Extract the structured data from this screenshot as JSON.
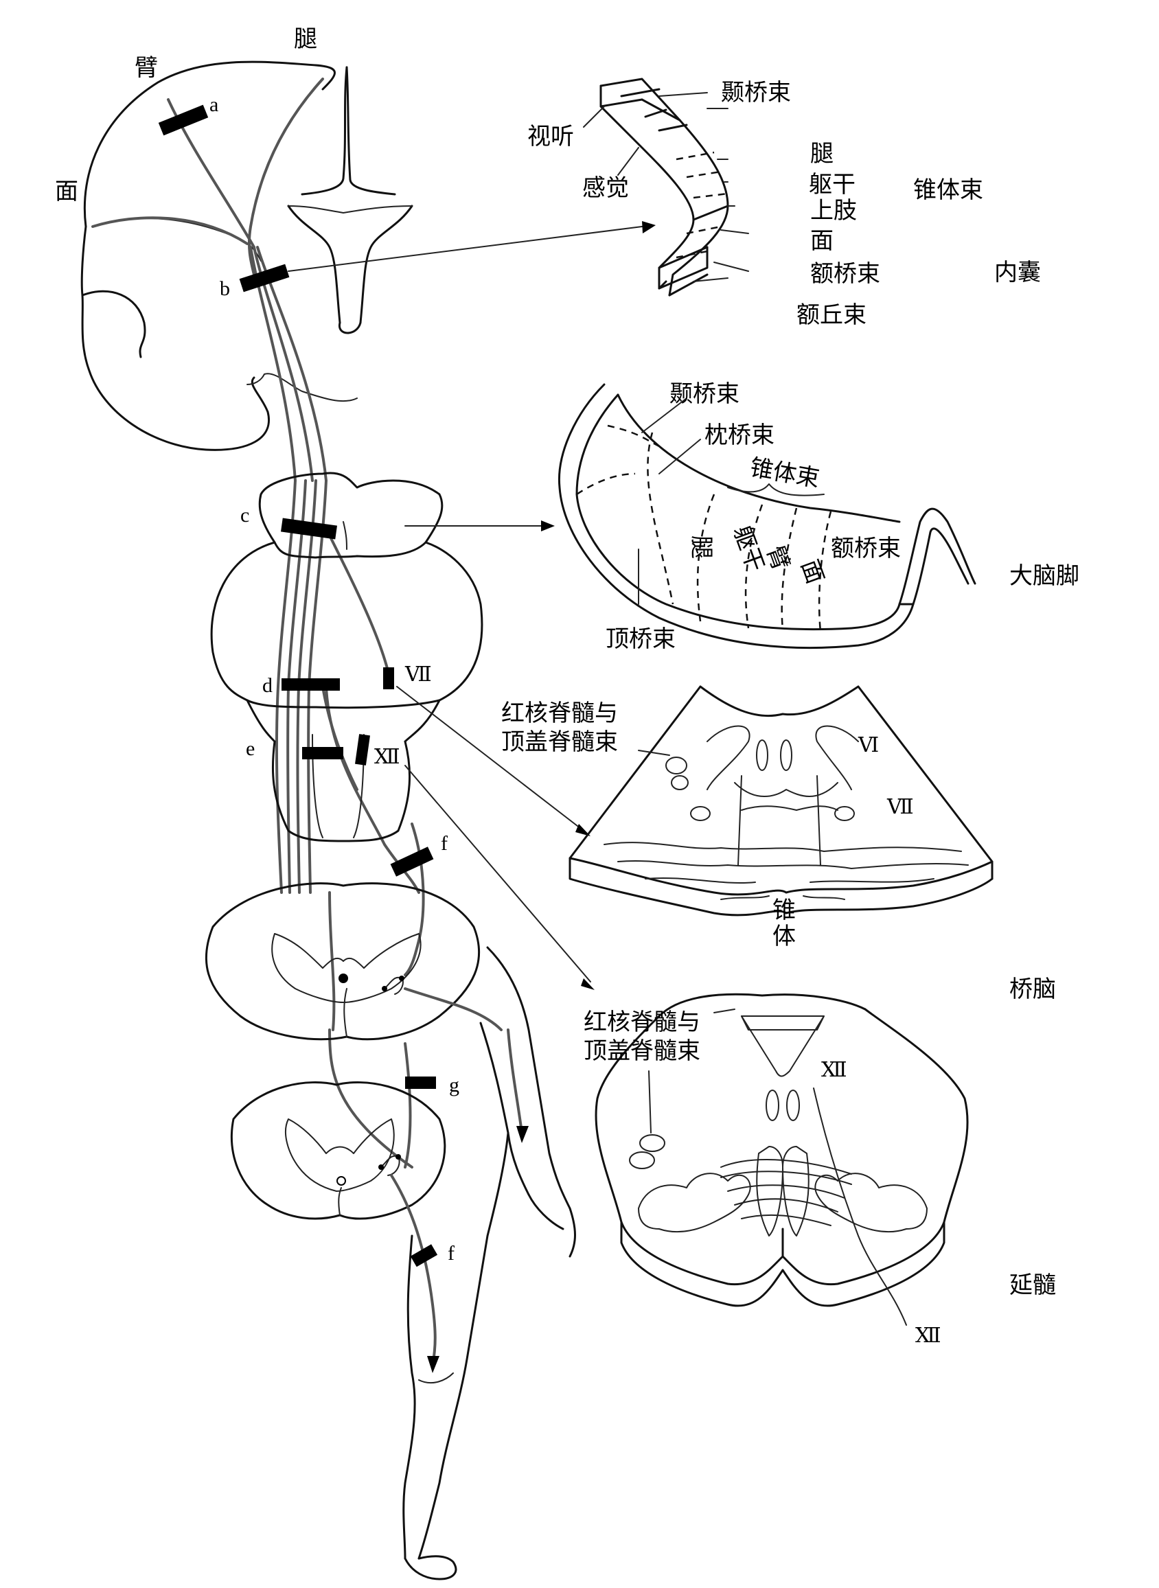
{
  "brain_labels": {
    "arm": "臂",
    "leg": "腿",
    "face": "面"
  },
  "section_markers": {
    "a": "a",
    "b": "b",
    "c": "c",
    "d": "d",
    "e": "e",
    "f_upper": "f",
    "g": "g",
    "f_lower": "f"
  },
  "nerve_labels": {
    "vii_pons": "Ⅶ",
    "xii_medulla": "Ⅻ"
  },
  "internal_capsule": {
    "title": "内囊",
    "group_label": "锥体束",
    "labels": {
      "temporopontine": "颞桥束",
      "visual_auditory": "视听",
      "sensory": "感觉",
      "leg": "腿",
      "trunk": "躯干",
      "upper_limb": "上肢",
      "face": "面",
      "frontopontine": "额桥束",
      "frontothalamic": "额丘束"
    }
  },
  "cerebral_peduncle": {
    "title": "大脑脚",
    "group_label": "锥体束",
    "labels": {
      "temporopontine": "颞桥束",
      "occipitopontine": "枕桥束",
      "parietopontine": "顶桥束",
      "frontopontine": "额桥束",
      "leg": "腿",
      "trunk": "躯干",
      "arm": "臂",
      "face": "面"
    }
  },
  "pons": {
    "title": "桥脑",
    "tract_label": "红核脊髓与\n顶盖脊髓束",
    "tract_label_line1": "红核脊髓与",
    "tract_label_line2": "顶盖脊髓束",
    "nerve_vi": "Ⅵ",
    "nerve_vii": "Ⅶ",
    "pyramid_1": "锥",
    "pyramid_2": "体"
  },
  "medulla": {
    "title": "延髓",
    "tract_label_line1": "红核脊髓与",
    "tract_label_line2": "顶盖脊髓束",
    "nerve_xii_top": "Ⅻ",
    "nerve_xii_bottom": "Ⅻ"
  }
}
